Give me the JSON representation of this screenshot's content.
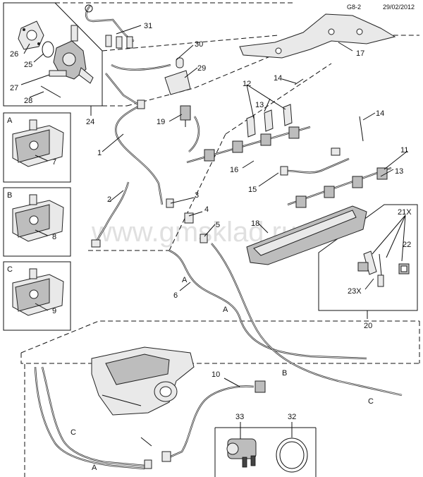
{
  "header": {
    "code": "G8-2",
    "date": "29/02/2012"
  },
  "watermark": "www.gmsklad.ru",
  "callouts": {
    "c1": "1",
    "c2": "2",
    "c3": "3",
    "c4": "4",
    "c5": "5",
    "c6": "6",
    "c7": "7",
    "c8": "8",
    "c9": "9",
    "c10": "10",
    "c11": "11",
    "c12": "12",
    "c13a": "13",
    "c13b": "13",
    "c14a": "14",
    "c14b": "14",
    "c15": "15",
    "c16": "16",
    "c17": "17",
    "c18": "18",
    "c19": "19",
    "c20": "20",
    "c21x": "21X",
    "c22": "22",
    "c23x": "23X",
    "c24": "24",
    "c25": "25",
    "c26": "26",
    "c27": "27",
    "c28": "28",
    "c29": "29",
    "c30": "30",
    "c31": "31",
    "c32": "32",
    "c33": "33"
  },
  "variants": {
    "a": "A",
    "b": "B",
    "c": "C"
  },
  "line_tags": {
    "a1": "A",
    "a2": "A",
    "a3": "A",
    "b1": "B",
    "c1": "C",
    "c2": "C"
  }
}
